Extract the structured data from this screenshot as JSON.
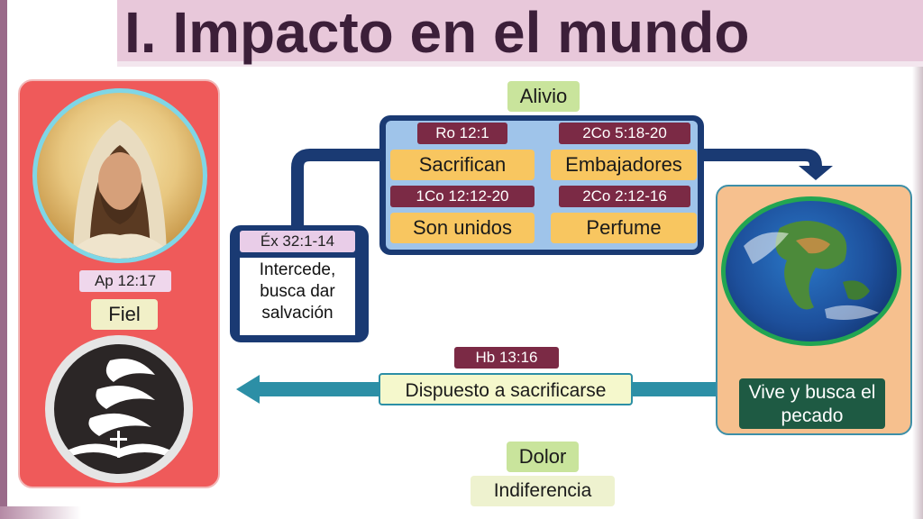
{
  "title": "I. Impacto en el mundo",
  "left_panel": {
    "verse": "Ap 12:17",
    "label": "Fiel"
  },
  "intercede": {
    "verse": "Éx 32:1-14",
    "text": "Intercede, busca dar salvación"
  },
  "relief": {
    "label": "Alivio",
    "items": [
      {
        "verse": "Ro 12:1",
        "label": "Sacrifican"
      },
      {
        "verse": "2Co 5:18-20",
        "label": "Embajadores"
      },
      {
        "verse": "1Co 12:12-20",
        "label": "Son unidos"
      },
      {
        "verse": "2Co 2:12-16",
        "label": "Perfume"
      }
    ]
  },
  "world": {
    "label": "Vive y busca el pecado"
  },
  "return_arrow": {
    "verse": "Hb 13:16",
    "label": "Dispuesto a sacrificarse"
  },
  "bottom": {
    "pain": "Dolor",
    "indifference": "Indiferencia"
  },
  "colors": {
    "title": "#3c1f39",
    "red_panel": "#ef5a5a",
    "navy": "#1a3a73",
    "teal_arrow": "#2c8fa6",
    "yellow": "#f8c660",
    "verse_tag": "#7b2a45"
  }
}
